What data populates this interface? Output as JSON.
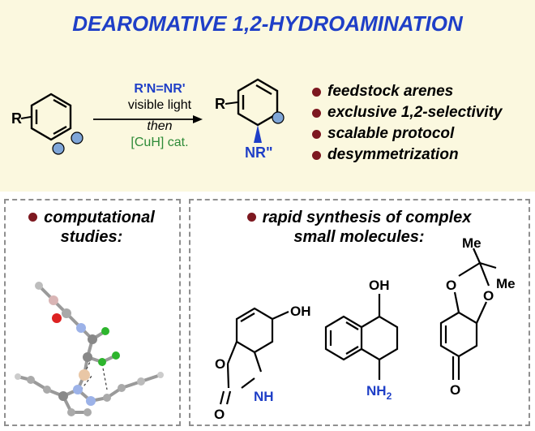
{
  "title": "DEAROMATIVE 1,2-HYDROAMINATION",
  "reaction": {
    "reactant_label": "R",
    "reagent": "R'N=NR'",
    "condition_1": "visible light",
    "condition_2": "then",
    "catalyst": "[CuH] cat.",
    "product_r_label": "R",
    "product_n_label": "NR\""
  },
  "features": [
    "feedstock arenes",
    "exclusive 1,2-selectivity",
    "scalable protocol",
    "desymmetrization"
  ],
  "computational": {
    "heading_line1": "computational",
    "heading_line2": "studies:"
  },
  "synthesis": {
    "heading_line1": "rapid synthesis of complex",
    "heading_line2": "small molecules:",
    "mol1": {
      "oh": "OH",
      "o": "O",
      "nh": "NH",
      "carbonyl_o": "O"
    },
    "mol2": {
      "oh": "OH",
      "nh2": "NH",
      "nh2_sub": "2"
    },
    "mol3": {
      "me1": "Me",
      "me2": "Me",
      "o1": "O",
      "o2": "O",
      "ketone_o": "O"
    }
  },
  "colors": {
    "title_blue": "#1f3fc7",
    "bullet_red": "#7d1820",
    "catalyst_green": "#2d8a37",
    "panel_bg": "#fbf8df",
    "atom_sphere": "#7fa6d8"
  }
}
